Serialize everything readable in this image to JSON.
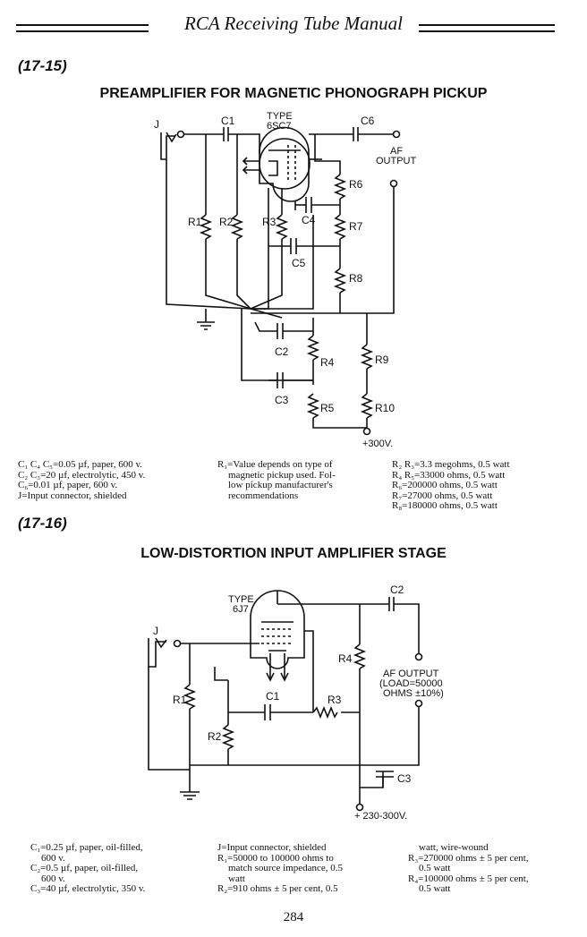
{
  "header": {
    "title": "RCA Receiving Tube Manual"
  },
  "fig1": {
    "number": "(17-15)",
    "title": "PREAMPLIFIER FOR MAGNETIC PHONOGRAPH PICKUP",
    "labels": {
      "j": "J",
      "c1": "C1",
      "type": "TYPE",
      "tube": "6SC7",
      "c6": "C6",
      "af": "AF",
      "output": "OUTPUT",
      "r6": "R6",
      "r1": "R1",
      "r2": "R2",
      "r3": "R3",
      "c4": "C4",
      "r7": "R7",
      "c5": "C5",
      "r8": "R8",
      "c2": "C2",
      "r4": "R4",
      "r9": "R9",
      "c3": "C3",
      "r5": "R5",
      "r10": "R10",
      "supply": "+300V."
    },
    "parts": {
      "col1": [
        "C₁ C₄ C₅=0.05 µf, paper, 600 v.",
        "C₂ C₃=20 µf, electrolytic, 450 v.",
        "C₆=0.01 µf, paper, 600 v.",
        "J=Input connector, shielded"
      ],
      "col2": [
        "R₁=Value depends on type of",
        "magnetic pickup used. Fol-",
        "low pickup manufacturer's",
        "recommendations"
      ],
      "col3": [
        "R₂ R₃=3.3 megohms, 0.5 watt",
        "R₄ R₅=33000 ohms, 0.5 watt",
        "R₆=200000 ohms, 0.5 watt",
        "R₇=27000 ohms, 0.5 watt",
        "R₈=180000 ohms, 0.5 watt"
      ]
    }
  },
  "fig2": {
    "number": "(17-16)",
    "title": "LOW-DISTORTION INPUT AMPLIFIER STAGE",
    "labels": {
      "type": "TYPE",
      "tube": "6J7",
      "c2": "C2",
      "j": "J",
      "r4": "R4",
      "af_output": "AF  OUTPUT",
      "load": "(LOAD=50000",
      "ohms": "OHMS  ±10%)",
      "r1": "R1",
      "c1": "C1",
      "r3": "R3",
      "r2": "R2",
      "c3": "C3",
      "supply": "+ 230-300V."
    },
    "parts": {
      "col1": [
        "C₁=0.25 µf, paper, oil-filled,",
        "600 v.",
        "C₂=0.5 µf, paper, oil-filled,",
        "600 v.",
        "C₃=40 µf, electrolytic, 350 v."
      ],
      "col2": [
        "J=Input connector, shielded",
        "R₁=50000 to 100000 ohms to",
        "match source impedance, 0.5",
        "watt",
        "R₂=910 ohms ± 5 per cent, 0.5"
      ],
      "col3": [
        "watt, wire-wound",
        "R₃=270000 ohms ± 5 per cent,",
        "0.5 watt",
        "R₄=100000 ohms ± 5 per cent,",
        "0.5 watt"
      ]
    }
  },
  "footer": {
    "page_number": "284"
  }
}
